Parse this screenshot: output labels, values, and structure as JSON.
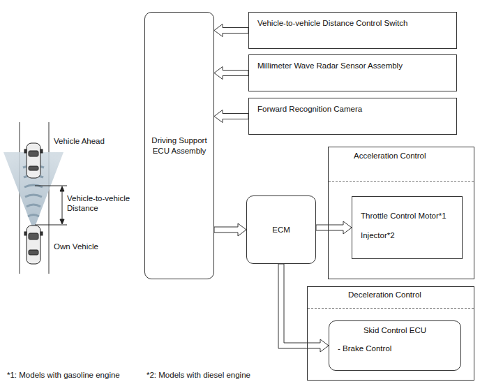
{
  "diagram": {
    "nodes": [
      {
        "text": [
          "Driving Support ECU Assembly"
        ]
      },
      {
        "text": [
          "Vehicle-to-vehicle Distance Control Switch"
        ]
      },
      {
        "text": [
          "Millimeter Wave Radar Sensor Assembly"
        ]
      },
      {
        "text": [
          "Forward Recognition Camera"
        ]
      },
      {
        "text": [
          "ECM"
        ]
      },
      {
        "text": [
          "Acceleration Control"
        ]
      },
      {
        "text": [
          "Throttle Control Motor*1",
          "Injector*2"
        ],
        "in": 5
      },
      {
        "text": [
          "Deceleration Control"
        ]
      },
      {
        "text": [
          "Skid Control ECU",
          "- Brake Control"
        ],
        "in": 7
      }
    ],
    "edges": [
      {
        "from": 1,
        "to": 0,
        "arrow": "to"
      },
      {
        "from": 2,
        "to": 0,
        "arrow": "to"
      },
      {
        "from": 3,
        "to": 0,
        "arrow": "to"
      },
      {
        "from": 0,
        "to": 4,
        "arrow": "to"
      },
      {
        "from": 4,
        "to": 6,
        "arrow": "to"
      },
      {
        "from": 4,
        "to": 8,
        "arrow": "to"
      }
    ],
    "labels": [
      "Vehicle Ahead",
      "Vehicle-to-vehicle Distance",
      "Own Vehicle",
      "*1: Models with gasoline engine",
      "*2: Models with diesel engine"
    ]
  }
}
